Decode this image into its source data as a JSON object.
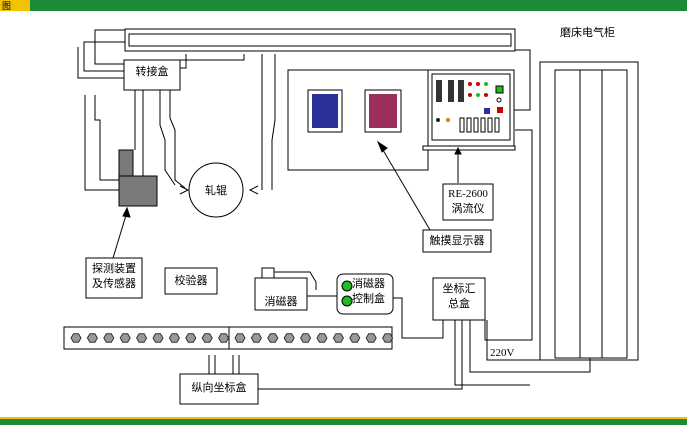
{
  "header": {
    "tab_label": "图"
  },
  "labels": {
    "cabinet": "磨床电气柜",
    "adapter_box": "转接盒",
    "roll": "轧辊",
    "probe_line1": "探测装置",
    "probe_line2": "及传感器",
    "calibrator": "校验器",
    "demagnetizer": "消磁器",
    "demag_ctrl_line1": "消磁器",
    "demag_ctrl_line2": "控制盒",
    "coord_hub_line1": "坐标汇",
    "coord_hub_line2": "总盒",
    "voltage": "220V",
    "eddy_line1": "RE-2600",
    "eddy_line2": "涡流仪",
    "touch_display": "触摸显示器",
    "long_coord_box": "纵向坐标盒"
  },
  "colors": {
    "header_green": "#1d8a3a",
    "header_yellow": "#f2c300",
    "screen_blue": "#2b2f9a",
    "screen_magenta": "#9c2f5e",
    "probe_gray": "#7a7a7a",
    "indicator_green": "#22bb22"
  }
}
